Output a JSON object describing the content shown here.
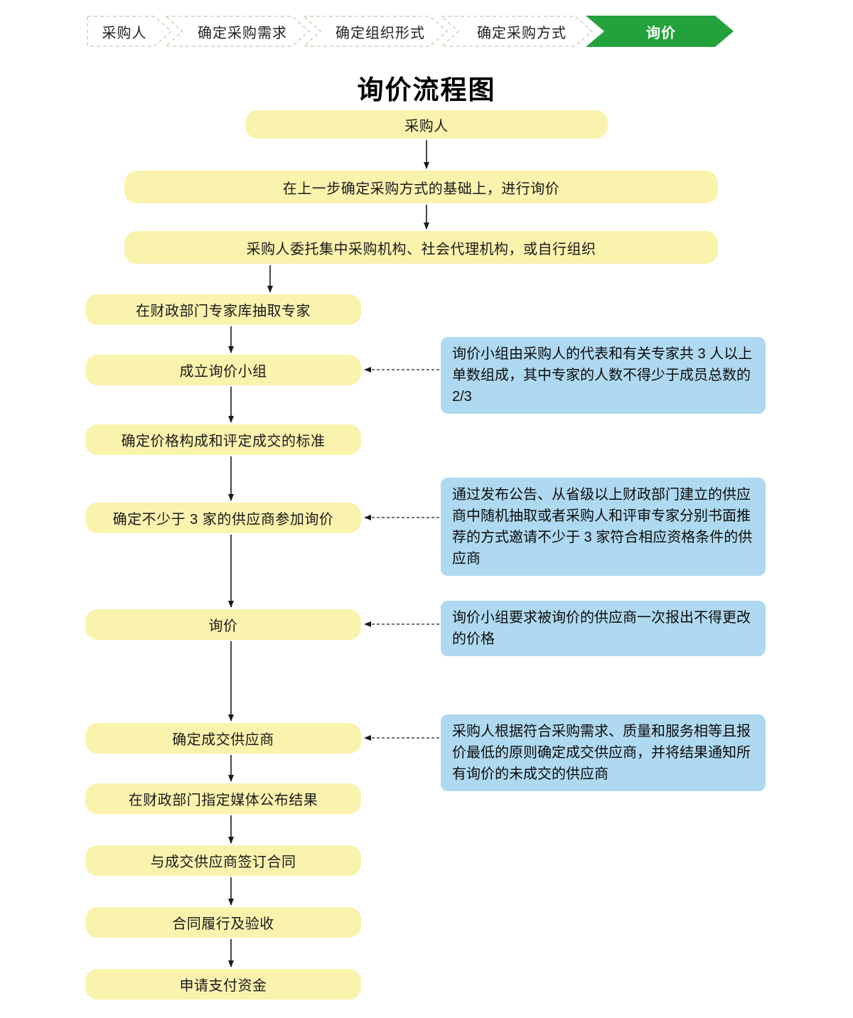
{
  "page_title": "询价流程图",
  "breadcrumb": {
    "steps": [
      {
        "label": "采购人",
        "active": false
      },
      {
        "label": "确定采购需求",
        "active": false
      },
      {
        "label": "确定组织形式",
        "active": false
      },
      {
        "label": "确定采购方式",
        "active": false
      },
      {
        "label": "询价",
        "active": true
      }
    ],
    "active_color": "#23A13B",
    "inactive_border_color": "#D5CFBC"
  },
  "flow": {
    "steps": [
      {
        "label": "采购人"
      },
      {
        "label": "在上一步确定采购方式的基础上，进行询价"
      },
      {
        "label": "采购人委托集中采购机构、社会代理机构，或自行组织"
      },
      {
        "label": "在财政部门专家库抽取专家"
      },
      {
        "label": "成立询价小组"
      },
      {
        "label": "确定价格构成和评定成交的标准"
      },
      {
        "label": "确定不少于 3 家的供应商参加询价"
      },
      {
        "label": "询价"
      },
      {
        "label": "确定成交供应商"
      },
      {
        "label": "在财政部门指定媒体公布结果"
      },
      {
        "label": "与成交供应商签订合同"
      },
      {
        "label": "合同履行及验收"
      },
      {
        "label": "申请支付资金"
      }
    ],
    "notes": [
      {
        "text": "询价小组由采购人的代表和有关专家共 3 人以上单数组成，其中专家的人数不得少于成员总数的 2/3",
        "attached_to": "成立询价小组"
      },
      {
        "text": "通过发布公告、从省级以上财政部门建立的供应商中随机抽取或者采购人和评审专家分别书面推荐的方式邀请不少于 3 家符合相应资格条件的供应商",
        "attached_to": "确定不少于 3 家的供应商参加询价"
      },
      {
        "text": "询价小组要求被询价的供应商一次报出不得更改的价格",
        "attached_to": "询价"
      },
      {
        "text": "采购人根据符合采购需求、质量和服务相等且报价最低的原则确定成交供应商，并将结果通知所有询价的未成交的供应商",
        "attached_to": "确定成交供应商"
      }
    ],
    "colors": {
      "step_bg": "#FAF3AE",
      "note_bg": "#AFD9F0",
      "arrow": "#1a1a1a"
    }
  }
}
